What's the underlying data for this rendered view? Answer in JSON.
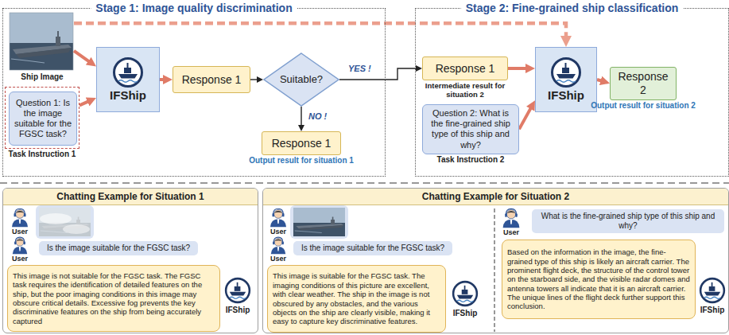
{
  "diagram": {
    "nodes": [
      {
        "text": [
          "Stage 1: Image quality discrimination"
        ]
      },
      {
        "text": [
          "Ship Image"
        ],
        "in": 0
      },
      {
        "text": [
          "Task Instruction 1"
        ],
        "in": 0
      },
      {
        "text": [
          "Question 1: Is the image suitable for the FGSC task?"
        ],
        "in": 2
      },
      {
        "text": [
          "IFShip"
        ],
        "in": 0
      },
      {
        "text": [
          "Response 1"
        ],
        "in": 0
      },
      {
        "text": [
          "Suitable?"
        ],
        "in": 0
      },
      {
        "text": [
          "Response 1",
          "Output result for situation 1"
        ],
        "in": 0
      },
      {
        "text": [
          "Stage 2: Fine-grained ship classification"
        ]
      },
      {
        "text": [
          "Response 1",
          "Intermediate result for situation 2"
        ],
        "in": 8
      },
      {
        "text": [
          "Question 2: What is the fine-grained ship type of this ship and why?",
          "Task Instruction 2"
        ],
        "in": 8
      },
      {
        "text": [
          "IFShip"
        ],
        "in": 8
      },
      {
        "text": [
          "Response 2",
          "Output result for situation 2"
        ],
        "in": 8
      },
      {
        "text": [
          "Chatting Example for Situation 1"
        ]
      },
      {
        "text": [
          "Is the image suitable for the FGSC task?"
        ],
        "in": 13
      },
      {
        "text": [
          "This image is not suitable for the FGSC task. The FGSC task requires the identification of detailed features on the ship, but the poor imaging conditions in this image may obscure critical details. Excessive fog prevents the key discriminative features on the ship from being accurately captured"
        ],
        "in": 13
      },
      {
        "text": [
          "Chatting Example for Situation 2"
        ]
      },
      {
        "text": [
          "Is the image suitable for the FGSC task?"
        ],
        "in": 16
      },
      {
        "text": [
          "This image is suitable for the FGSC task. The imaging conditions of this picture are excellent, with clear weather. The ship in the image is not obscured by any obstacles, and the various objects on the ship are clearly visible, making it easy to capture key discriminative features."
        ],
        "in": 16
      },
      {
        "text": [
          "What is the fine-grained ship type of this ship and why?"
        ],
        "in": 16
      },
      {
        "text": [
          "Based on the information in the image, the fine-grained type of this ship is likely an aircraft carrier. The prominent flight deck, the structure of the control tower on the starboard side, and the visible radar domes and antenna towers all indicate that it is an aircraft carrier. The unique lines of the flight deck further support this conclusion."
        ],
        "in": 16
      }
    ],
    "edges": [
      {
        "from": 1,
        "to": 4,
        "arrow": "to"
      },
      {
        "from": 2,
        "to": 4,
        "arrow": "to"
      },
      {
        "from": 4,
        "to": 5,
        "arrow": "to"
      },
      {
        "from": 5,
        "to": 6,
        "arrow": "to"
      },
      {
        "from": 6,
        "to": 9,
        "label": "YES !",
        "arrow": "to"
      },
      {
        "from": 6,
        "to": 7,
        "label": "NO !",
        "arrow": "to"
      },
      {
        "from": 9,
        "to": 11,
        "arrow": "to"
      },
      {
        "from": 10,
        "to": 11,
        "arrow": "to"
      },
      {
        "from": 11,
        "to": 12,
        "arrow": "to"
      },
      {
        "from": 1,
        "to": 11,
        "arrow": "to"
      }
    ],
    "labels": [
      "User",
      "User",
      "IFShip",
      "User",
      "User",
      "IFShip",
      "User",
      "IFShip"
    ]
  }
}
